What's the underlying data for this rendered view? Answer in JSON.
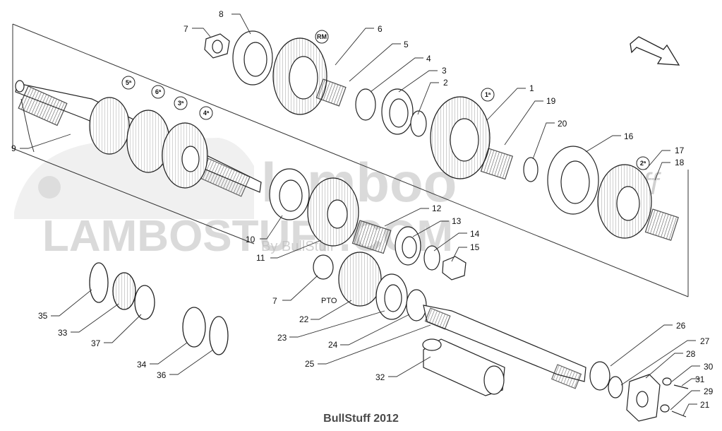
{
  "watermark": {
    "line1": "lamboo",
    "line1_script": "stuff",
    "line2": "LAMBOSTUFF.COM",
    "line3": "By BullStuff"
  },
  "footer": "BullStuff 2012",
  "circle_labels": [
    {
      "id": "rm",
      "text": "RM"
    },
    {
      "id": "g5",
      "text": "5ª"
    },
    {
      "id": "g6",
      "text": "6ª"
    },
    {
      "id": "g3",
      "text": "3ª"
    },
    {
      "id": "g4",
      "text": "4ª"
    },
    {
      "id": "g1",
      "text": "1ª"
    },
    {
      "id": "g2",
      "text": "2ª"
    }
  ],
  "pto_label": "PTO",
  "callouts": [
    "1",
    "2",
    "3",
    "4",
    "5",
    "6",
    "7",
    "8",
    "9",
    "10",
    "11",
    "12",
    "13",
    "14",
    "15",
    "16",
    "17",
    "18",
    "19",
    "20",
    "21",
    "22",
    "23",
    "24",
    "25",
    "26",
    "27",
    "28",
    "29",
    "30",
    "31",
    "32",
    "33",
    "34",
    "35",
    "36",
    "37",
    "7"
  ],
  "colors": {
    "line": "#222222",
    "watermark": "#bdbdbd",
    "footer": "#4a4a4a"
  }
}
